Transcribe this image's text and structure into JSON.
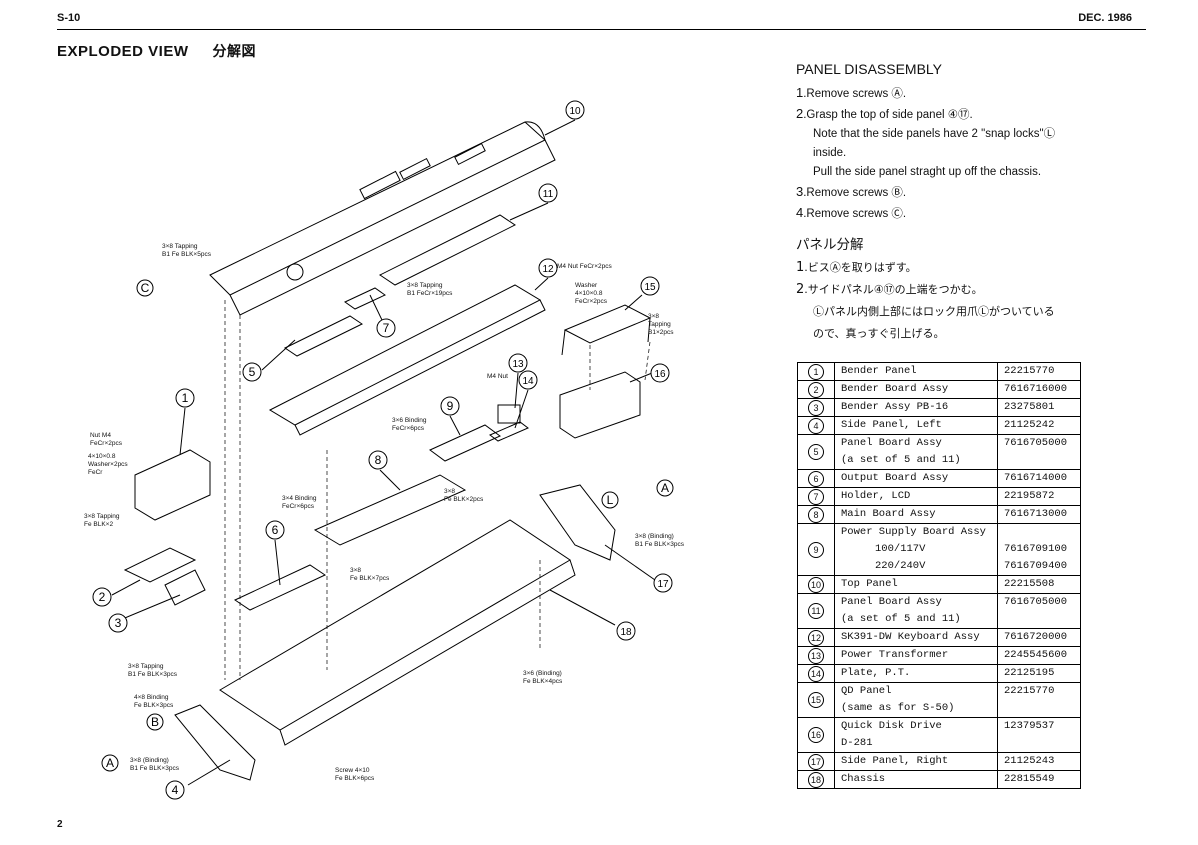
{
  "header": {
    "left": "S-10",
    "right": "DEC. 1986"
  },
  "title": {
    "en": "EXPLODED VIEW",
    "jp": "分解図"
  },
  "page_number": "2",
  "panel_disassembly": {
    "title": "PANEL DISASSEMBLY",
    "steps": [
      {
        "num": "1",
        "text": ".Remove screws Ⓐ."
      },
      {
        "num": "2",
        "text": ".Grasp the top of side panel ④⑰."
      },
      {
        "num": "",
        "text": "Note that the side panels have 2 \"snap locks\"Ⓛ"
      },
      {
        "num": "",
        "text": "inside."
      },
      {
        "num": "",
        "text": "Pull the side panel straght up off the chassis."
      },
      {
        "num": "3",
        "text": ".Remove screws Ⓑ."
      },
      {
        "num": "4",
        "text": ".Remove screws Ⓒ."
      }
    ]
  },
  "panel_jp": {
    "title": "パネル分解",
    "steps": [
      {
        "num": "1",
        "text": ".ビスⒶを取りはずす。"
      },
      {
        "num": "2",
        "text": ".サイドパネル④⑰の上端をつかむ。"
      },
      {
        "num": "",
        "text": "Ⓛパネル内側上部にはロック用爪Ⓛがついている"
      },
      {
        "num": "",
        "text": "ので、真っすぐ引上げる。"
      }
    ]
  },
  "parts": [
    {
      "no": "1",
      "lines": [
        "Bender Panel"
      ],
      "codes": [
        "22215770"
      ]
    },
    {
      "no": "2",
      "lines": [
        "Bender Board Assy"
      ],
      "codes": [
        "7616716000"
      ]
    },
    {
      "no": "3",
      "lines": [
        "Bender Assy PB-16"
      ],
      "codes": [
        "23275801"
      ]
    },
    {
      "no": "4",
      "lines": [
        "Side Panel, Left"
      ],
      "codes": [
        "21125242"
      ]
    },
    {
      "no": "5",
      "lines": [
        "Panel Board Assy",
        "(a set of 5 and 11)"
      ],
      "codes": [
        "7616705000",
        ""
      ]
    },
    {
      "no": "6",
      "lines": [
        "Output Board Assy"
      ],
      "codes": [
        "7616714000"
      ]
    },
    {
      "no": "7",
      "lines": [
        "Holder, LCD"
      ],
      "codes": [
        "22195872"
      ]
    },
    {
      "no": "8",
      "lines": [
        "Main Board Assy"
      ],
      "codes": [
        "7616713000"
      ]
    },
    {
      "no": "9",
      "lines": [
        "Power Supply Board Assy",
        "100/117V",
        "220/240V"
      ],
      "codes": [
        "",
        "7616709100",
        "7616709400"
      ]
    },
    {
      "no": "10",
      "lines": [
        "Top Panel"
      ],
      "codes": [
        "22215508"
      ]
    },
    {
      "no": "11",
      "lines": [
        "Panel Board Assy",
        "(a set of 5 and 11)"
      ],
      "codes": [
        "7616705000",
        ""
      ]
    },
    {
      "no": "12",
      "lines": [
        "SK391-DW Keyboard Assy"
      ],
      "codes": [
        "7616720000"
      ]
    },
    {
      "no": "13",
      "lines": [
        "Power Transformer"
      ],
      "codes": [
        "2245545600"
      ]
    },
    {
      "no": "14",
      "lines": [
        "Plate, P.T."
      ],
      "codes": [
        "22125195"
      ]
    },
    {
      "no": "15",
      "lines": [
        "QD Panel",
        "(same as for S-50)"
      ],
      "codes": [
        "22215770",
        ""
      ]
    },
    {
      "no": "16",
      "lines": [
        "Quick Disk Drive",
        "D-281"
      ],
      "codes": [
        "12379537",
        ""
      ]
    },
    {
      "no": "17",
      "lines": [
        "Side Panel, Right"
      ],
      "codes": [
        "21125243"
      ]
    },
    {
      "no": "18",
      "lines": [
        "Chassis"
      ],
      "codes": [
        "22815549"
      ]
    }
  ],
  "diagram": {
    "callouts": [
      "10",
      "11",
      "12",
      "15",
      "13",
      "14",
      "16",
      "1",
      "9",
      "8",
      "6",
      "2",
      "3",
      "17",
      "18",
      "5",
      "7",
      "4"
    ],
    "letters": [
      "A",
      "B",
      "C",
      "L",
      "A"
    ],
    "notes": {
      "c_screw": [
        "3×8  Tapping",
        "B1 Fe BLK×5pcs"
      ],
      "p12_nut": "M4 Nut FeCr×2pcs",
      "p12_washer": [
        "Washer",
        "4×10×0.8",
        "FeCr×2pcs"
      ],
      "p7_tapping": [
        "3×8  Tapping",
        "B1 FeCr×19pcs"
      ],
      "p15_screw": [
        "3×8",
        "Tapping",
        "B1×2pcs"
      ],
      "m4_nut": "M4 Nut",
      "p9_binding": [
        "3×6  Binding",
        "FeCr×6pcs"
      ],
      "p1_nut": [
        "Nut  M4",
        "FeCr×2pcs"
      ],
      "p1_washer": [
        "4×10×0.8",
        "Washer×2pcs",
        "FeCr"
      ],
      "p1_tapping": [
        "3×8  Tapping",
        "Fe BLK×2"
      ],
      "p6_binding": [
        "3×4  Binding",
        "FeCr×6pcs"
      ],
      "p8_a": [
        "3×8",
        "Fe BLK×2pcs"
      ],
      "p8_b": [
        "3×8",
        "Fe BLK×7pcs"
      ],
      "a_binding": [
        "3×8  (Binding)",
        "B1 Fe BLK×3pcs"
      ],
      "b_tapping": [
        "3×8  Tapping",
        "B1 Fe BLK×3pcs"
      ],
      "b_binding": [
        "4×8  Binding",
        "Fe BLK×3pcs"
      ],
      "a2_binding": [
        "3×8  (Binding)",
        "B1 Fe BLK×3pcs"
      ],
      "bottom_binding": [
        "3×6  (Binding)",
        "Fe BLK×4pcs"
      ],
      "bottom_screw": [
        "Screw  4×10",
        "Fe BLK×6pcs"
      ]
    }
  }
}
